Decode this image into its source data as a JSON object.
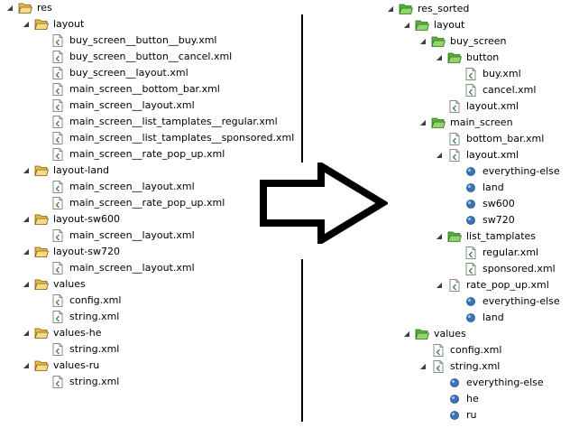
{
  "colors": {
    "folder_yellow": "#eebc47",
    "folder_green": "#58b13c",
    "qualifier_blue": "#3b74b9"
  },
  "left_tree": [
    {
      "label": "res",
      "icon": "folder-yellow-icon",
      "depth": 0,
      "expanded": true
    },
    {
      "label": "layout",
      "icon": "folder-yellow-icon",
      "depth": 1,
      "expanded": true
    },
    {
      "label": "buy_screen__button__buy.xml",
      "icon": "xml-file-icon",
      "depth": 2
    },
    {
      "label": "buy_screen__button__cancel.xml",
      "icon": "xml-file-icon",
      "depth": 2
    },
    {
      "label": "buy_screen__layout.xml",
      "icon": "xml-file-icon",
      "depth": 2
    },
    {
      "label": "main_screen__bottom_bar.xml",
      "icon": "xml-file-icon",
      "depth": 2
    },
    {
      "label": "main_screen__layout.xml",
      "icon": "xml-file-icon",
      "depth": 2
    },
    {
      "label": "main_screen__list_tamplates__regular.xml",
      "icon": "xml-file-icon",
      "depth": 2
    },
    {
      "label": "main_screen__list_tamplates__sponsored.xml",
      "icon": "xml-file-icon",
      "depth": 2
    },
    {
      "label": "main_screen__rate_pop_up.xml",
      "icon": "xml-file-icon",
      "depth": 2
    },
    {
      "label": "layout-land",
      "icon": "folder-yellow-icon",
      "depth": 1,
      "expanded": true
    },
    {
      "label": "main_screen__layout.xml",
      "icon": "xml-file-icon",
      "depth": 2
    },
    {
      "label": "main_screen__rate_pop_up.xml",
      "icon": "xml-file-icon",
      "depth": 2
    },
    {
      "label": "layout-sw600",
      "icon": "folder-yellow-icon",
      "depth": 1,
      "expanded": true
    },
    {
      "label": "main_screen__layout.xml",
      "icon": "xml-file-icon",
      "depth": 2
    },
    {
      "label": "layout-sw720",
      "icon": "folder-yellow-icon",
      "depth": 1,
      "expanded": true
    },
    {
      "label": "main_screen__layout.xml",
      "icon": "xml-file-icon",
      "depth": 2
    },
    {
      "label": "values",
      "icon": "folder-yellow-icon",
      "depth": 1,
      "expanded": true
    },
    {
      "label": "config.xml",
      "icon": "xml-file-icon",
      "depth": 2
    },
    {
      "label": "string.xml",
      "icon": "xml-file-icon",
      "depth": 2
    },
    {
      "label": "values-he",
      "icon": "folder-yellow-icon",
      "depth": 1,
      "expanded": true
    },
    {
      "label": "string.xml",
      "icon": "xml-file-icon",
      "depth": 2
    },
    {
      "label": "values-ru",
      "icon": "folder-yellow-icon",
      "depth": 1,
      "expanded": true
    },
    {
      "label": "string.xml",
      "icon": "xml-file-icon",
      "depth": 2
    }
  ],
  "right_tree": [
    {
      "label": "res_sorted",
      "icon": "folder-green-icon",
      "depth": 0,
      "expanded": true
    },
    {
      "label": "layout",
      "icon": "folder-green-icon",
      "depth": 1,
      "expanded": true
    },
    {
      "label": "buy_screen",
      "icon": "folder-green-icon",
      "depth": 2,
      "expanded": true
    },
    {
      "label": "button",
      "icon": "folder-green-icon",
      "depth": 3,
      "expanded": true
    },
    {
      "label": "buy.xml",
      "icon": "xml-file-icon",
      "depth": 4
    },
    {
      "label": "cancel.xml",
      "icon": "xml-file-icon",
      "depth": 4
    },
    {
      "label": "layout.xml",
      "icon": "xml-file-icon",
      "depth": 3
    },
    {
      "label": "main_screen",
      "icon": "folder-green-icon",
      "depth": 2,
      "expanded": true
    },
    {
      "label": "bottom_bar.xml",
      "icon": "xml-file-icon",
      "depth": 3
    },
    {
      "label": "layout.xml",
      "icon": "xml-file-icon",
      "depth": 3,
      "expanded": true
    },
    {
      "label": "everything-else",
      "icon": "qualifier-dot-icon",
      "depth": 4
    },
    {
      "label": "land",
      "icon": "qualifier-dot-icon",
      "depth": 4
    },
    {
      "label": "sw600",
      "icon": "qualifier-dot-icon",
      "depth": 4
    },
    {
      "label": "sw720",
      "icon": "qualifier-dot-icon",
      "depth": 4
    },
    {
      "label": "list_tamplates",
      "icon": "folder-green-icon",
      "depth": 3,
      "expanded": true
    },
    {
      "label": "regular.xml",
      "icon": "xml-file-icon",
      "depth": 4
    },
    {
      "label": "sponsored.xml",
      "icon": "xml-file-icon",
      "depth": 4
    },
    {
      "label": "rate_pop_up.xml",
      "icon": "xml-file-icon",
      "depth": 3,
      "expanded": true
    },
    {
      "label": "everything-else",
      "icon": "qualifier-dot-icon",
      "depth": 4
    },
    {
      "label": "land",
      "icon": "qualifier-dot-icon",
      "depth": 4
    },
    {
      "label": "values",
      "icon": "folder-green-icon",
      "depth": 1,
      "expanded": true
    },
    {
      "label": "config.xml",
      "icon": "xml-file-icon",
      "depth": 2
    },
    {
      "label": "string.xml",
      "icon": "xml-file-icon",
      "depth": 2,
      "expanded": true
    },
    {
      "label": "everything-else",
      "icon": "qualifier-dot-icon",
      "depth": 3
    },
    {
      "label": "he",
      "icon": "qualifier-dot-icon",
      "depth": 3
    },
    {
      "label": "ru",
      "icon": "qualifier-dot-icon",
      "depth": 3
    }
  ]
}
